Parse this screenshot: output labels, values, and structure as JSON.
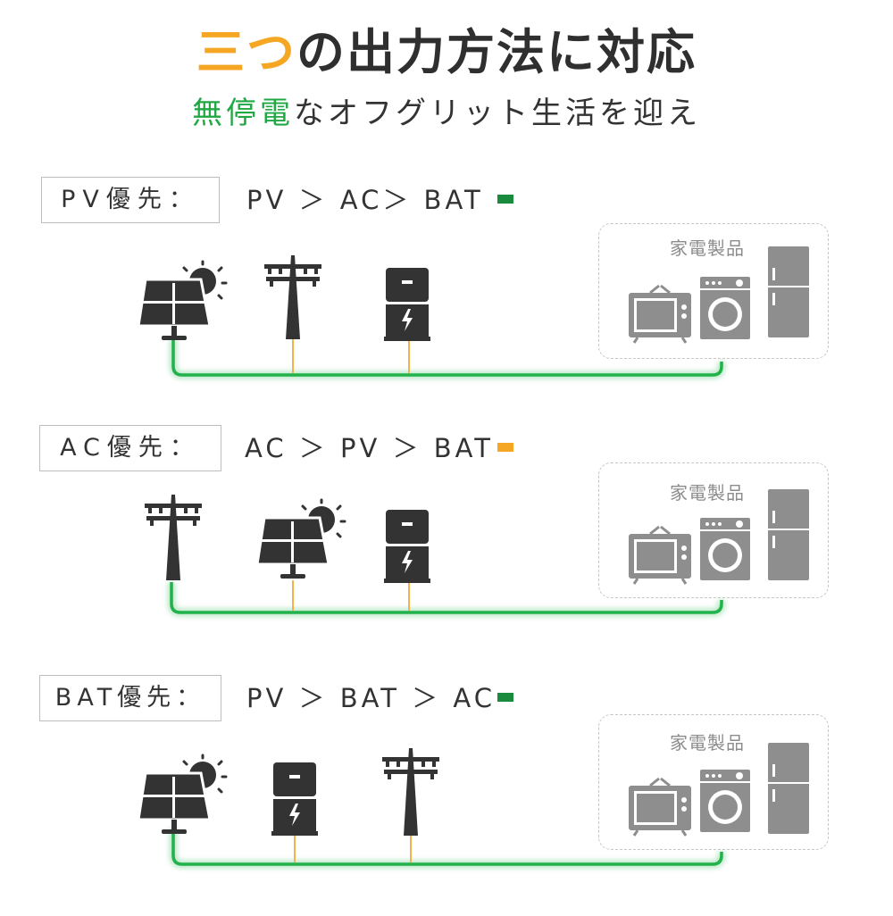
{
  "header": {
    "title_accent": "三つ",
    "title_rest": "の出力方法に対応",
    "subtitle_accent": "無停電",
    "subtitle_rest": "なオフグリット生活を迎え"
  },
  "sections": [
    {
      "label": "PV優先：",
      "order": "PV ＞ AC＞ BAT",
      "marker_color": "#1a8a3c",
      "appliances_label": "家電製品"
    },
    {
      "label": "AC優先：",
      "order": "AC ＞ PV ＞ BAT",
      "marker_color": "#f5a623",
      "appliances_label": "家電製品"
    },
    {
      "label": "BAT優先：",
      "order": "PV ＞ BAT ＞ AC",
      "marker_color": "#1a8a3c",
      "appliances_label": "家電製品"
    }
  ],
  "colors": {
    "wire_green": "#21b24b",
    "wire_orange": "#f5b24a",
    "icon_dark": "#333333",
    "appliance_gray": "#8e8e8e"
  },
  "icons": [
    "solar-panel-icon",
    "power-pole-icon",
    "battery-icon",
    "tv-icon",
    "washing-machine-icon",
    "refrigerator-icon"
  ]
}
